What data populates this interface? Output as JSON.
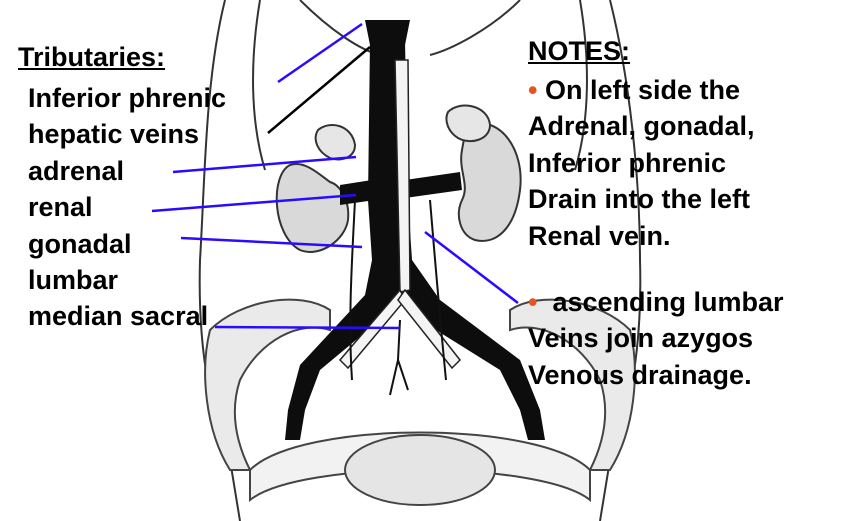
{
  "tributaries": {
    "title": "Tributaries:",
    "items": [
      "Inferior phrenic",
      "hepatic veins",
      "adrenal",
      "renal",
      "gonadal",
      "lumbar",
      "median sacral"
    ]
  },
  "notes": {
    "title": "NOTES:",
    "bullet1": [
      "On left side the",
      "Adrenal, gonadal,",
      "Inferior phrenic",
      "Drain into the left",
      "Renal vein."
    ],
    "bullet2": [
      "ascending lumbar",
      "Veins join azygos",
      "Venous drainage."
    ],
    "bullet_glyph": "•"
  },
  "colors": {
    "pointer": "#2b0bff",
    "pointer_black": "#000000",
    "bullet": "#e8541e",
    "vein": "#0d0d0d",
    "organ_fill": "#d9d9d9"
  }
}
